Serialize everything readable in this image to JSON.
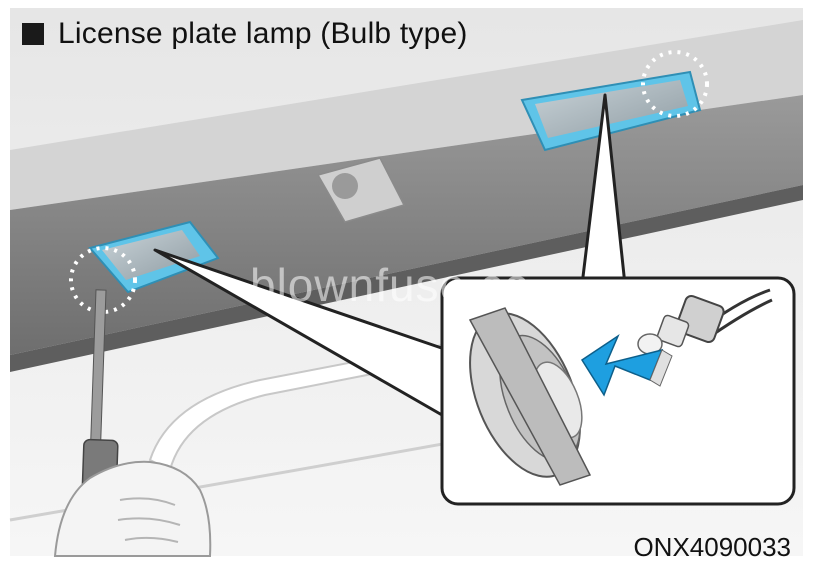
{
  "title": "License plate lamp (Bulb type)",
  "watermark": "blownfuse.co",
  "figure_code": "ONX4090033",
  "icons": {
    "bullet": "black-square-bullet",
    "arrow": "insert-direction-arrow",
    "tool": "screwdriver-icon"
  },
  "colors": {
    "lamp_highlight": "#5fc4e8",
    "arrow": "#1e9fe0",
    "panel": "#8a8a8a"
  }
}
